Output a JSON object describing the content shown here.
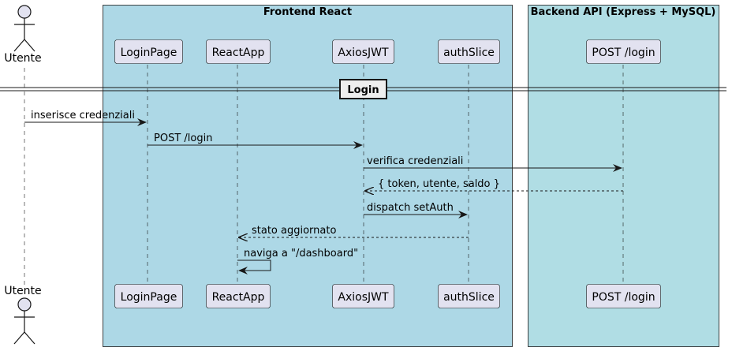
{
  "colors": {
    "box_fill": "#add8e6",
    "box_fill_backend": "#b0dde4",
    "participant_fill": "#e2e2f0",
    "actor_fill": "#e2e2f0",
    "group_fill": "#eeeeee",
    "line": "#181818"
  },
  "boxes": {
    "frontend": "Frontend React",
    "backend": "Backend API (Express + MySQL)"
  },
  "actor": {
    "name": "Utente",
    "icon": "actor-stick-figure-icon"
  },
  "participants": [
    {
      "id": "loginpage",
      "label": "LoginPage"
    },
    {
      "id": "reactapp",
      "label": "ReactApp"
    },
    {
      "id": "axiosjwt",
      "label": "AxiosJWT"
    },
    {
      "id": "authslice",
      "label": "authSlice"
    },
    {
      "id": "postlogin",
      "label": "POST /login"
    }
  ],
  "divider": {
    "label": "Login"
  },
  "messages": [
    {
      "from": "utente",
      "to": "loginpage",
      "label": "inserisce credenziali",
      "style": "solid"
    },
    {
      "from": "loginpage",
      "to": "axiosjwt",
      "label": "POST /login",
      "style": "solid"
    },
    {
      "from": "axiosjwt",
      "to": "postlogin",
      "label": "verifica credenziali",
      "style": "solid"
    },
    {
      "from": "postlogin",
      "to": "axiosjwt",
      "label": "{ token, utente, saldo }",
      "style": "dashed"
    },
    {
      "from": "axiosjwt",
      "to": "authslice",
      "label": "dispatch setAuth",
      "style": "solid"
    },
    {
      "from": "authslice",
      "to": "reactapp",
      "label": "stato aggiornato",
      "style": "dashed"
    },
    {
      "from": "reactapp",
      "to": "reactapp",
      "label": "naviga a \"/dashboard\"",
      "style": "self"
    }
  ]
}
